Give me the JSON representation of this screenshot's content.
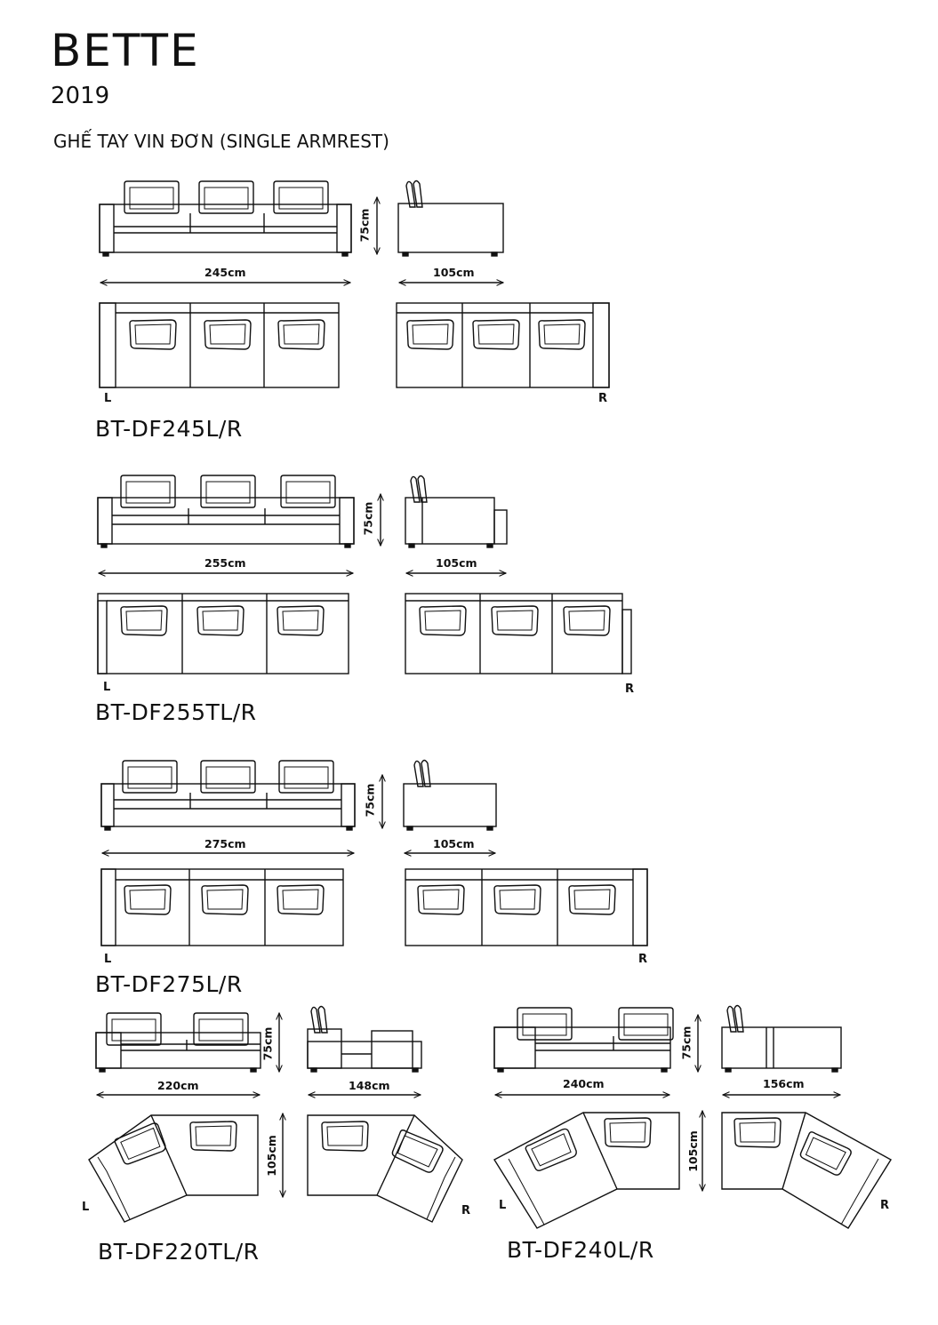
{
  "header": {
    "brand": "BETTE",
    "year": "2019",
    "subtitle": "GHẾ TAY VIN ĐƠN (SINGLE ARMREST)"
  },
  "side_labels": {
    "left": "L",
    "right": "R"
  },
  "models": [
    {
      "code": "BT-DF245L/R",
      "width": "245cm",
      "depth": "105cm",
      "height": "75cm"
    },
    {
      "code": "BT-DF255TL/R",
      "width": "255cm",
      "depth": "105cm",
      "height": "75cm"
    },
    {
      "code": "BT-DF275L/R",
      "width": "275cm",
      "depth": "105cm",
      "height": "75cm"
    },
    {
      "code": "BT-DF220TL/R",
      "width": "220cm",
      "depth": "148cm",
      "height": "75cm",
      "plan_depth": "105cm"
    },
    {
      "code": "BT-DF240L/R",
      "width": "240cm",
      "depth": "156cm",
      "height": "75cm",
      "plan_depth": "105cm"
    }
  ]
}
